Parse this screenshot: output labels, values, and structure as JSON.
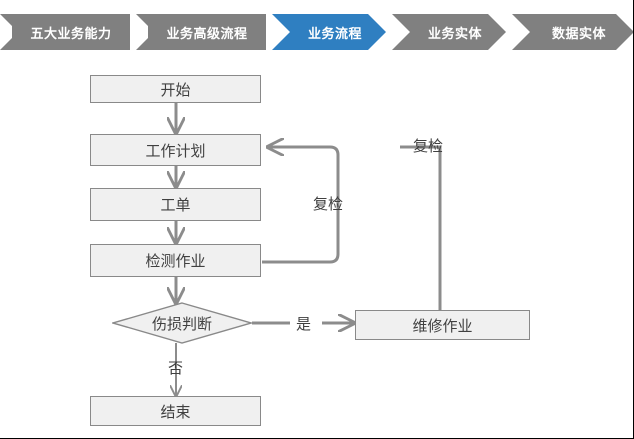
{
  "breadcrumb": {
    "items": [
      {
        "label": "五大业务能力",
        "state": "inactive"
      },
      {
        "label": "业务高级流程",
        "state": "inactive"
      },
      {
        "label": "业务流程",
        "state": "active"
      },
      {
        "label": "业务实体",
        "state": "inactive"
      },
      {
        "label": "数据实体",
        "state": "inactive"
      }
    ],
    "active_color": "#2f7fc1",
    "inactive_color": "#808080",
    "text_color": "#ffffff"
  },
  "flow": {
    "nodes": [
      {
        "id": "start",
        "label": "开始",
        "shape": "rect"
      },
      {
        "id": "work_plan",
        "label": "工作计划",
        "shape": "rect"
      },
      {
        "id": "work_order",
        "label": "工单",
        "shape": "rect"
      },
      {
        "id": "inspection",
        "label": "检测作业",
        "shape": "rect"
      },
      {
        "id": "damage",
        "label": "伤损判断",
        "shape": "diamond"
      },
      {
        "id": "repair",
        "label": "维修作业",
        "shape": "rect"
      },
      {
        "id": "end",
        "label": "结束",
        "shape": "rect"
      }
    ],
    "edge_labels": [
      {
        "id": "recheck_inner",
        "label": "复检"
      },
      {
        "id": "recheck_outer",
        "label": "复检"
      },
      {
        "id": "yes",
        "label": "是"
      },
      {
        "id": "no",
        "label": "否"
      }
    ],
    "node_fill": "#f0f0f0",
    "node_border": "#898989",
    "line_color": "#8c8c8c",
    "text_color": "#404040"
  }
}
